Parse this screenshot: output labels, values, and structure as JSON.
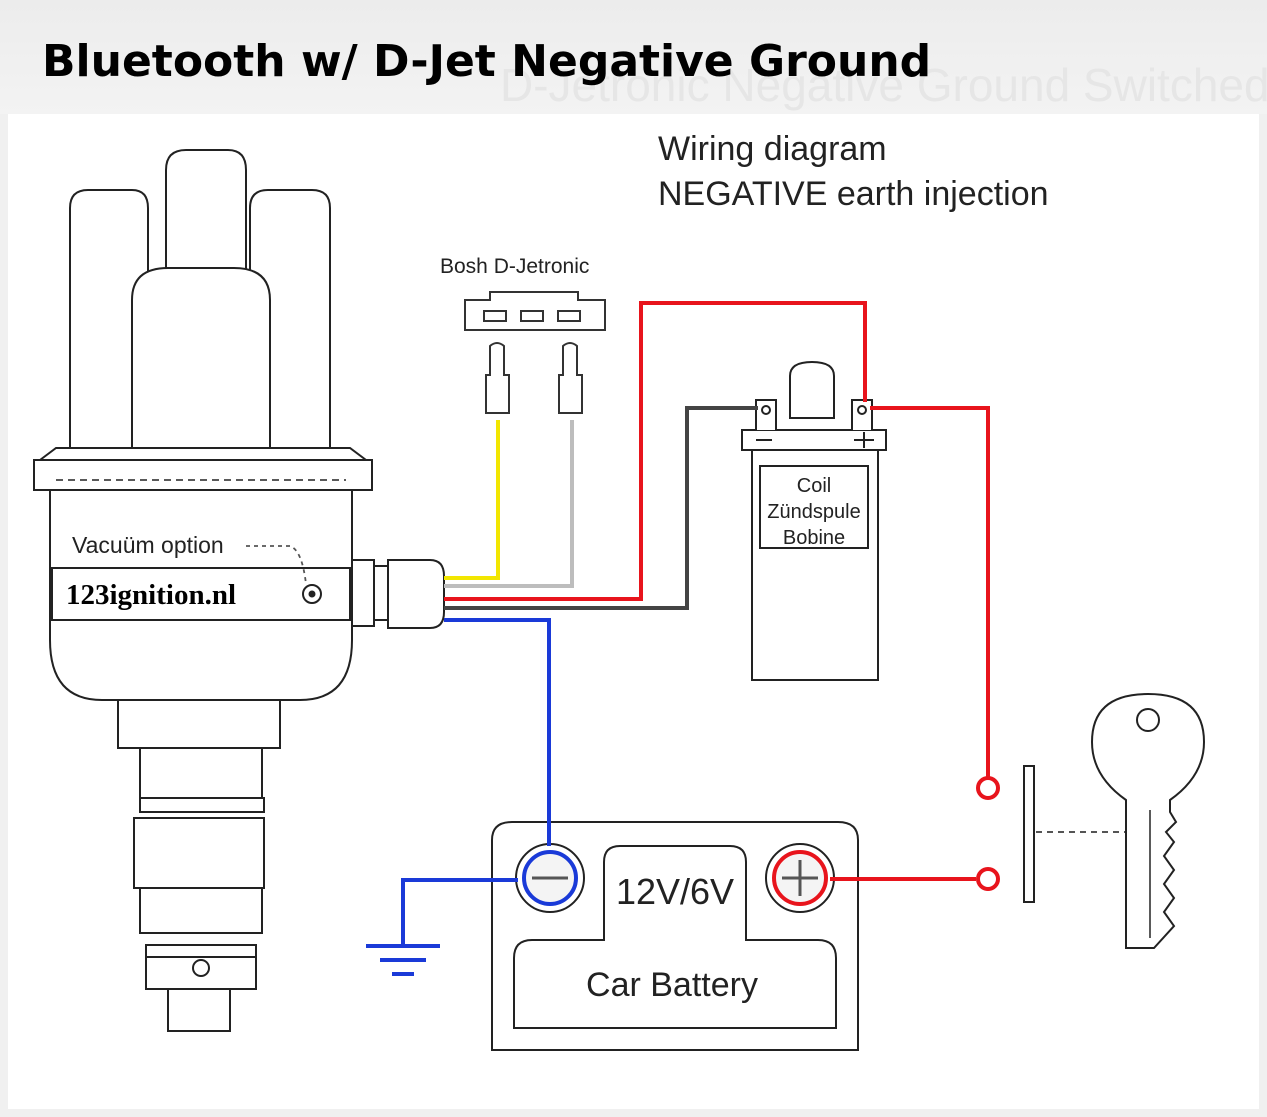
{
  "header": {
    "title": "Bluetooth w/ D-Jet Negative Ground",
    "ghost_subtitle": "D-Jetronic Negative Ground Switched"
  },
  "diagram": {
    "heading_line1": "Wiring diagram",
    "heading_line2": "NEGATIVE earth injection",
    "connector_label": "Bosh D-Jetronic",
    "distributor": {
      "vacuum_label": "Vacuüm option",
      "brand": "123ignition.nl"
    },
    "coil": {
      "line1": "Coil",
      "line2": "Zündspule",
      "line3": "Bobine"
    },
    "battery": {
      "voltage": "12V/6V",
      "label": "Car Battery"
    },
    "colors": {
      "red_wire": "#e8141c",
      "blue_wire": "#1a3ad8",
      "yellow_wire": "#f2e600",
      "grey_wire": "#bdbdbd",
      "black_wire": "#444444"
    }
  }
}
